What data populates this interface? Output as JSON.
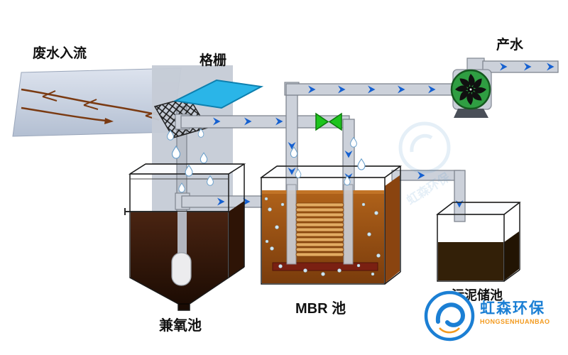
{
  "labels": {
    "inflow": "废水入流",
    "screen": "格栅",
    "product_water": "产水",
    "anoxic_tank": "兼氧池",
    "mbr_tank": "MBR 池",
    "sludge_tank": "污泥储池"
  },
  "logo": {
    "name_cn": "虹森环保",
    "name_en": "HONGSENHUANBAO"
  },
  "watermark": {
    "text": "虹森环保"
  },
  "colors": {
    "arrow_blue": "#1560d0",
    "valve_green": "#1ec41e",
    "screen_blue": "#2ab5e8",
    "fan_green": "#2f9e42",
    "anoxic_liquid": "#4a2412",
    "mbr_liquid": "#b0621a",
    "membrane_tan": "#e2ab62",
    "sludge_brown": "#332008",
    "pipe_gray": "#ccd1da",
    "logo_blue": "#1b7fd4",
    "logo_orange": "#f39a1e"
  }
}
